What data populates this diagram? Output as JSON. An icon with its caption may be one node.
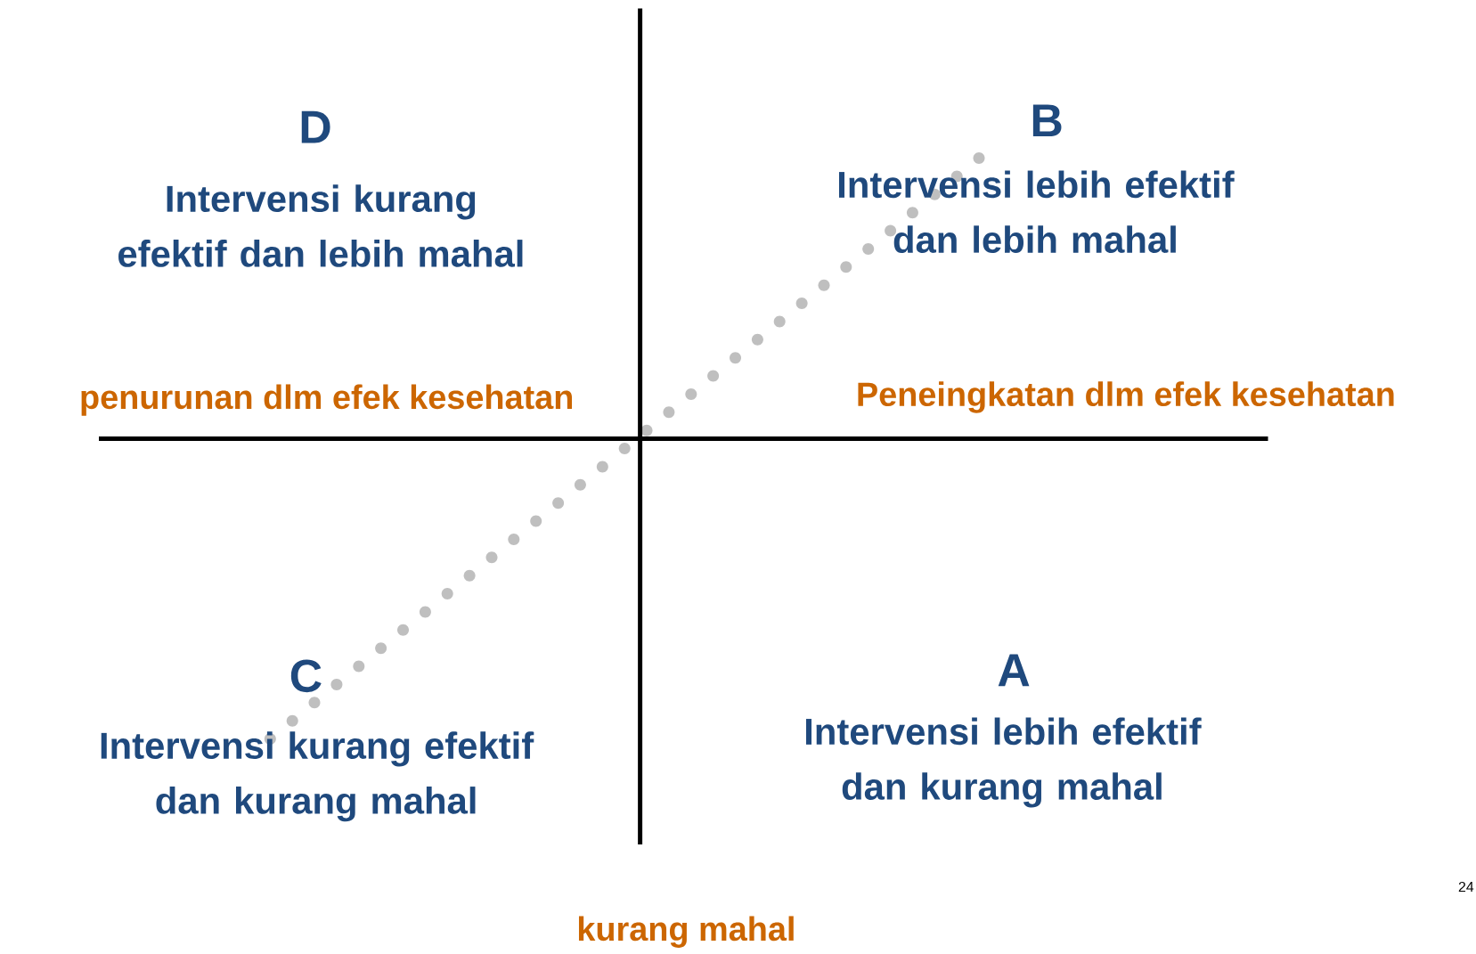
{
  "diagram": {
    "labels": [
      "D",
      "Intervensi kurang efektif dan lebih mahal",
      "B",
      "Intervensi lebih efektif dan lebih mahal",
      "penurunan dlm efek kesehatan",
      "Peneingkatan dlm efek kesehatan",
      "C",
      "A",
      "Intervensi kurang efektif dan kurang mahal",
      "Intervensi lebih efektif dan kurang mahal",
      "24",
      "kurang mahal"
    ]
  }
}
